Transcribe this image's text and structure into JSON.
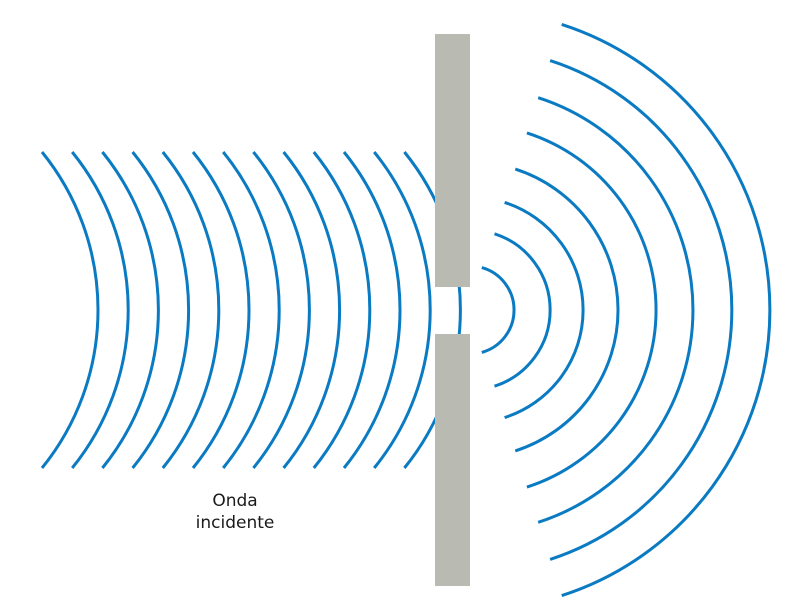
{
  "label": {
    "line1": "Onda",
    "line2": "incidente"
  },
  "colors": {
    "wave": "#0a7bc2",
    "barrier": "#b9bbb3",
    "background": "#ffffff",
    "text": "#1a1a1a"
  },
  "incident_wave": {
    "wavefront_count": 13,
    "shape": "concave arcs traveling right toward barrier"
  },
  "diffracted_wave": {
    "wavefront_count": 8,
    "shape": "semicircular arcs spreading from slit"
  },
  "barrier": {
    "has_single_slit": true
  }
}
